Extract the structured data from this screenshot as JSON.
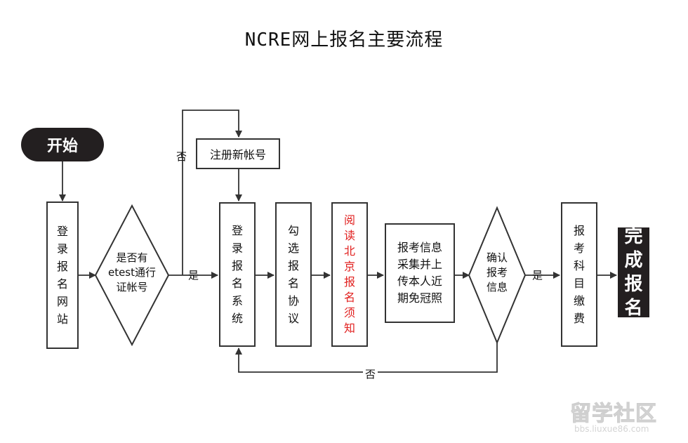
{
  "title": "NCRE网上报名主要流程",
  "nodes": {
    "start": "开始",
    "login_site": [
      "登",
      "录",
      "报",
      "名",
      "网",
      "站"
    ],
    "has_account": [
      "是否有",
      "etest通行",
      "证帐号"
    ],
    "register": "注册新帐号",
    "login_system": [
      "登",
      "录",
      "报",
      "名",
      "系",
      "统"
    ],
    "agree": [
      "勾",
      "选",
      "报",
      "名",
      "协",
      "议"
    ],
    "read_notice": [
      "阅",
      "读",
      "北",
      "京",
      "报",
      "名",
      "须",
      "知"
    ],
    "upload": [
      "报考信息",
      "采集并上",
      "传本人近",
      "期免冠照"
    ],
    "confirm": [
      "确认",
      "报考",
      "信息"
    ],
    "pay": [
      "报",
      "考",
      "科",
      "目",
      "缴",
      "费"
    ],
    "done": [
      "完",
      "成",
      "报",
      "名"
    ]
  },
  "labels": {
    "no_top": "否",
    "yes_1": "是",
    "yes_2": "是",
    "no_bottom": "否"
  },
  "colors": {
    "notice_text": "#e1201f",
    "dark_fill": "#231f20"
  },
  "watermark": {
    "main": "留学社区",
    "sub": "bbs.liuxue86.com"
  }
}
